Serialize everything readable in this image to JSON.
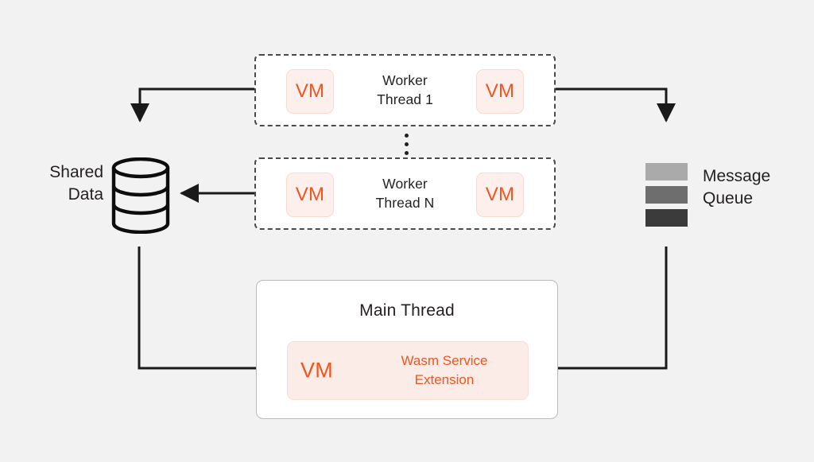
{
  "diagram": {
    "title": "Wasm Service Extension threading architecture",
    "background_color": "#f2f2f2",
    "accent_color": "#f4541f",
    "line_color": "#1a1a1a"
  },
  "shared_data": {
    "label": "Shared\nData",
    "icon": "database-cylinder-icon",
    "disc_count": 3
  },
  "message_queue": {
    "label": "Message\nQueue",
    "icon": "stacked-bars-icon",
    "bars": [
      {
        "name": "bar-light",
        "color": "#aaaaaa"
      },
      {
        "name": "bar-medium",
        "color": "#6e6e6e"
      },
      {
        "name": "bar-dark",
        "color": "#3b3b3b"
      }
    ]
  },
  "workers": [
    {
      "id": "worker-thread-1",
      "label": "Worker\nThread 1",
      "vm_left": "VM",
      "vm_right": "VM"
    },
    {
      "id": "worker-thread-n",
      "label": "Worker\nThread N",
      "vm_left": "VM",
      "vm_right": "VM"
    }
  ],
  "ellipsis": {
    "name": "vertical-ellipsis",
    "dots": 3
  },
  "main_thread": {
    "title": "Main Thread",
    "wasm": {
      "vm_label": "VM",
      "label": "Wasm Service\nExtension",
      "fill": "#fbece7",
      "text_color": "#f4541f"
    }
  },
  "connections": [
    {
      "name": "worker1-to-shared-data",
      "from": "worker-thread-1",
      "to": "shared-data",
      "direction": "down"
    },
    {
      "name": "worker1-to-message-queue",
      "from": "worker-thread-1",
      "to": "message-queue",
      "direction": "down"
    },
    {
      "name": "workerN-to-shared-data",
      "from": "worker-thread-n",
      "to": "shared-data",
      "direction": "left"
    },
    {
      "name": "shared-data-to-main-thread",
      "from": "shared-data",
      "to": "main-thread",
      "direction": "right"
    },
    {
      "name": "message-queue-to-main-thread",
      "from": "message-queue",
      "to": "main-thread",
      "direction": "left"
    }
  ]
}
